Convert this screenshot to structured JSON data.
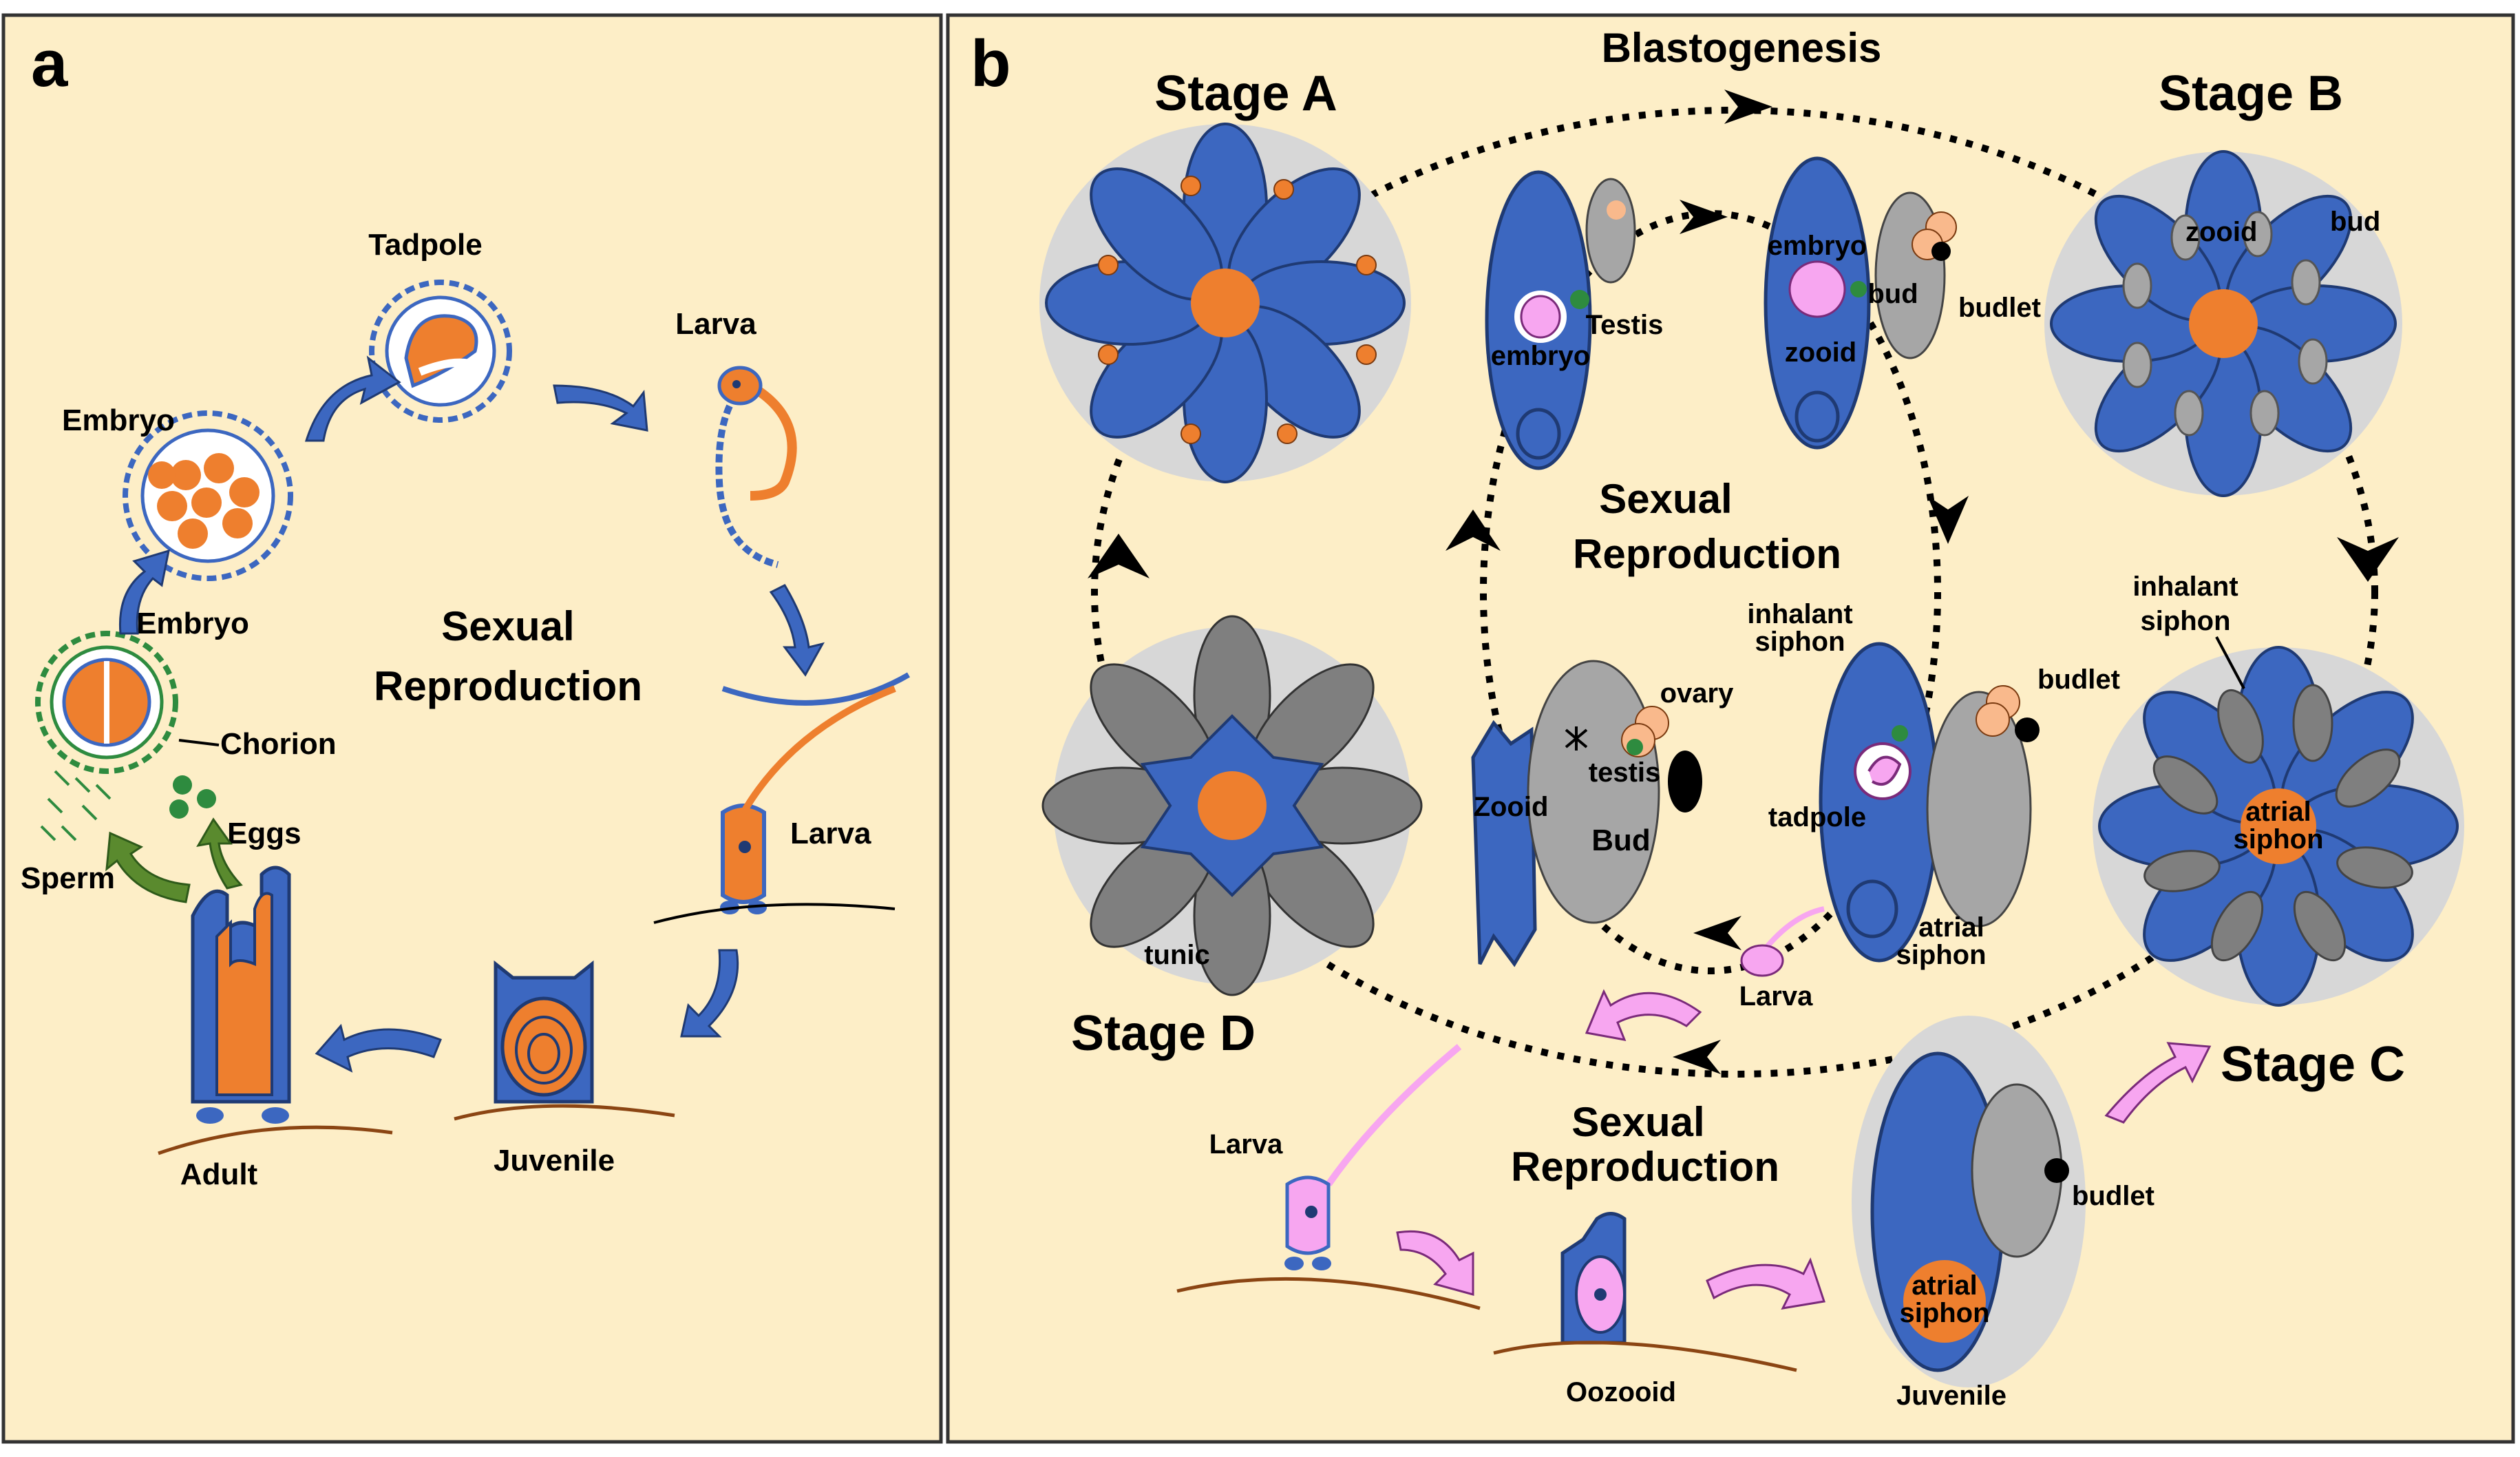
{
  "colors": {
    "background": "#fdeec7",
    "zooid_blue": "#3c67c0",
    "orange": "#ee7f2e",
    "tunic_gray": "#d7d7d7",
    "bud_gray": "#a6a6a6",
    "dark_gray": "#7f7f7f",
    "pink": "#f7a6f0",
    "green": "#2e8b3f",
    "peach": "#f9b98c",
    "substrate": "#8b4513",
    "outline": "#1f3a73"
  },
  "panel_a": {
    "letter": "a",
    "title_line1": "Sexual",
    "title_line2": "Reproduction",
    "labels": {
      "tadpole": "Tadpole",
      "larva_top": "Larva",
      "embryo_upper": "Embryo",
      "embryo_lower": "Embryo",
      "chorion": "Chorion",
      "eggs": "Eggs",
      "sperm": "Sperm",
      "larva_attached": "Larva",
      "juvenile": "Juvenile",
      "adult": "Adult"
    }
  },
  "panel_b": {
    "letter": "b",
    "blastogenesis": "Blastogenesis",
    "center_title_line1": "Sexual",
    "center_title_line2": "Reproduction",
    "bottom_title_line1": "Sexual",
    "bottom_title_line2": "Reproduction",
    "stages": {
      "a": "Stage A",
      "b": "Stage B",
      "c": "Stage C",
      "d": "Stage D"
    },
    "labels": {
      "testis_top": "Testis",
      "embryo_left": "embryo",
      "embryo_right": "embryo",
      "zooid_center": "zooid",
      "bud_center": "bud",
      "budlet_top": "budlet",
      "zooid_stage_b": "zooid",
      "bud_stage_b": "bud",
      "inhalant_siphon_c_1": "inhalant",
      "inhalant_siphon_c_2": "siphon",
      "atrial_siphon_c_1": "atrial",
      "atrial_siphon_c_2": "siphon",
      "inhalant_mid_1": "inhalant",
      "inhalant_mid_2": "siphon",
      "budlet_mid": "budlet",
      "tadpole_mid": "tadpole",
      "atrial_mid_1": "atrial",
      "atrial_mid_2": "siphon",
      "larva_mid": "Larva",
      "ovary": "ovary",
      "testis_mid": "testis",
      "bud_mid": "Bud",
      "zooid_mid": "Zooid",
      "tunic": "tunic",
      "larva_bottom": "Larva",
      "oozooid": "Oozooid",
      "juvenile_bottom": "Juvenile",
      "budlet_bottom": "budlet",
      "atrial_juv_1": "atrial",
      "atrial_juv_2": "siphon"
    }
  }
}
